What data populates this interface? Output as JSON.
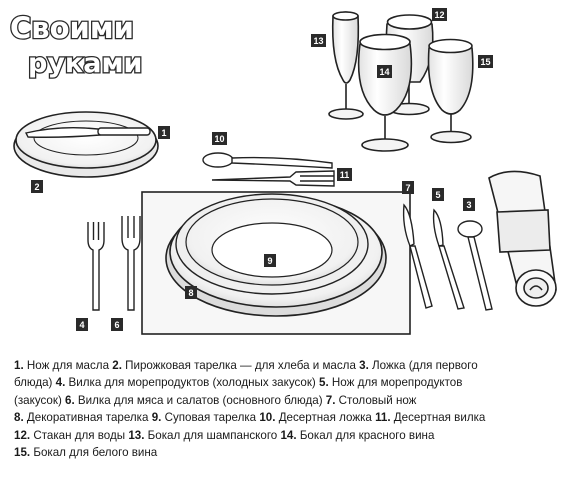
{
  "logo": {
    "line1": "Своими",
    "line2": "руками"
  },
  "markers": [
    "1",
    "2",
    "3",
    "4",
    "5",
    "6",
    "7",
    "8",
    "9",
    "10",
    "11",
    "12",
    "13",
    "14",
    "15"
  ],
  "caption_lines": [
    [
      {
        "n": "1.",
        "t": " Нож для масла "
      },
      {
        "n": "2.",
        "t": " Пирожковая тарелка — для хлеба и масла "
      },
      {
        "n": "3.",
        "t": " Ложка (для первого"
      }
    ],
    [
      {
        "n": "",
        "t": "блюда) "
      },
      {
        "n": "4.",
        "t": " Вилка для морепродуктов (холодных закусок) "
      },
      {
        "n": "5.",
        "t": " Нож для морепродуктов"
      }
    ],
    [
      {
        "n": "",
        "t": "(закусок) "
      },
      {
        "n": "6.",
        "t": " Вилка для мяса и салатов (основного блюда) "
      },
      {
        "n": "7.",
        "t": " Столовый нож"
      }
    ],
    [
      {
        "n": "8.",
        "t": " Декоративная тарелка "
      },
      {
        "n": "9.",
        "t": " Суповая тарелка "
      },
      {
        "n": "10.",
        "t": " Десертная ложка "
      },
      {
        "n": "11.",
        "t": " Десертная вилка"
      }
    ],
    [
      {
        "n": "12.",
        "t": " Стакан для воды "
      },
      {
        "n": "13.",
        "t": " Бокал для шампанского "
      },
      {
        "n": "14.",
        "t": " Бокал для красного вина"
      }
    ],
    [
      {
        "n": "15.",
        "t": " Бокал для белого вина"
      }
    ]
  ],
  "colors": {
    "ink": "#1e1e1e",
    "marker_bg": "#2a2a2a",
    "marker_text": "#ffffff",
    "paper": "#ffffff"
  }
}
